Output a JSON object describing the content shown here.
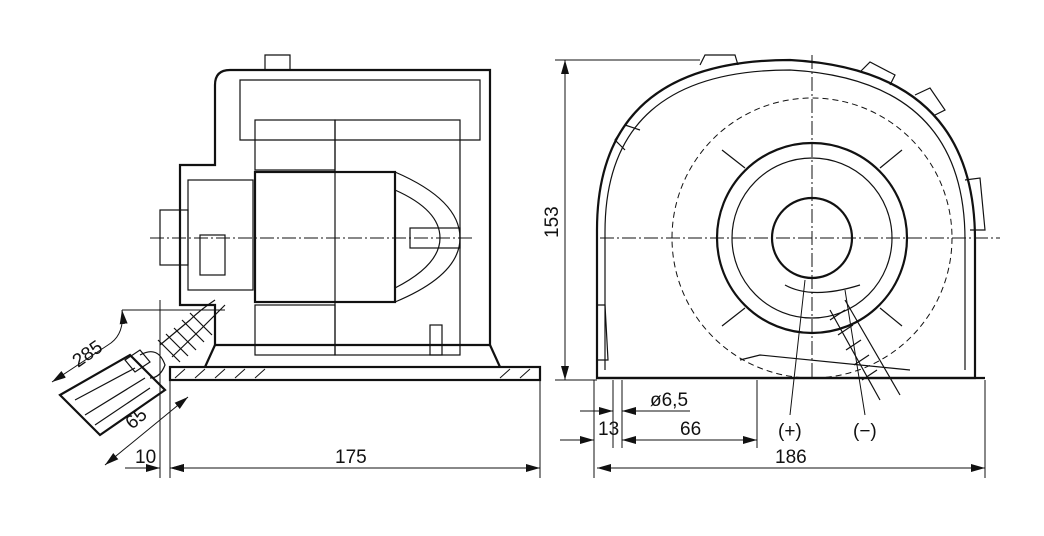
{
  "dimensions": {
    "cable_length": "285",
    "connector_length": "65",
    "offset": "10",
    "base_width": "175",
    "height": "153",
    "hole_offset": "13",
    "hole_spacing": "66",
    "hole_diameter": "ø6,5",
    "total_width": "186"
  },
  "terminals": {
    "positive": "(+)",
    "negative": "(−)"
  }
}
